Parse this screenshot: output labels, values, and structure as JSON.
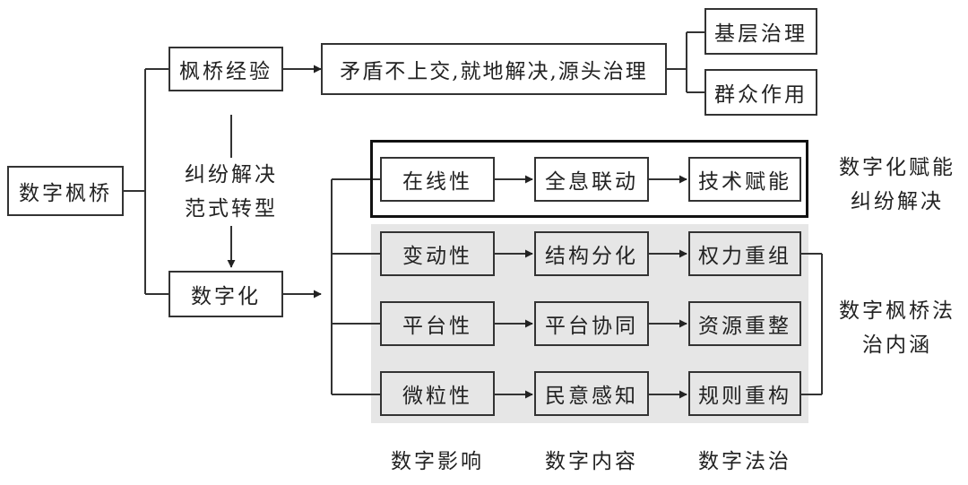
{
  "root": "数字枫桥",
  "experience": {
    "label": "枫桥经验",
    "principle": "矛盾不上交,就地解决,源头治理",
    "branches": [
      "基层治理",
      "群众作用"
    ]
  },
  "transition": {
    "line1": "纠纷解决",
    "line2": "范式转型"
  },
  "digitization": "数字化",
  "rows": [
    {
      "cells": [
        "在线性",
        "全息联动",
        "技术赋能"
      ],
      "group": "empower"
    },
    {
      "cells": [
        "变动性",
        "结构分化",
        "权力重组"
      ],
      "group": "connotation"
    },
    {
      "cells": [
        "平台性",
        "平台协同",
        "资源重整"
      ],
      "group": "connotation"
    },
    {
      "cells": [
        "微粒性",
        "民意感知",
        "规则重构"
      ],
      "group": "connotation"
    }
  ],
  "side_labels": {
    "empower": {
      "line1": "数字化赋能",
      "line2": "纠纷解决"
    },
    "connotation": {
      "line1": "数字枫桥法",
      "line2": "治内涵"
    }
  },
  "column_labels": [
    "数字影响",
    "数字内容",
    "数字法治"
  ]
}
